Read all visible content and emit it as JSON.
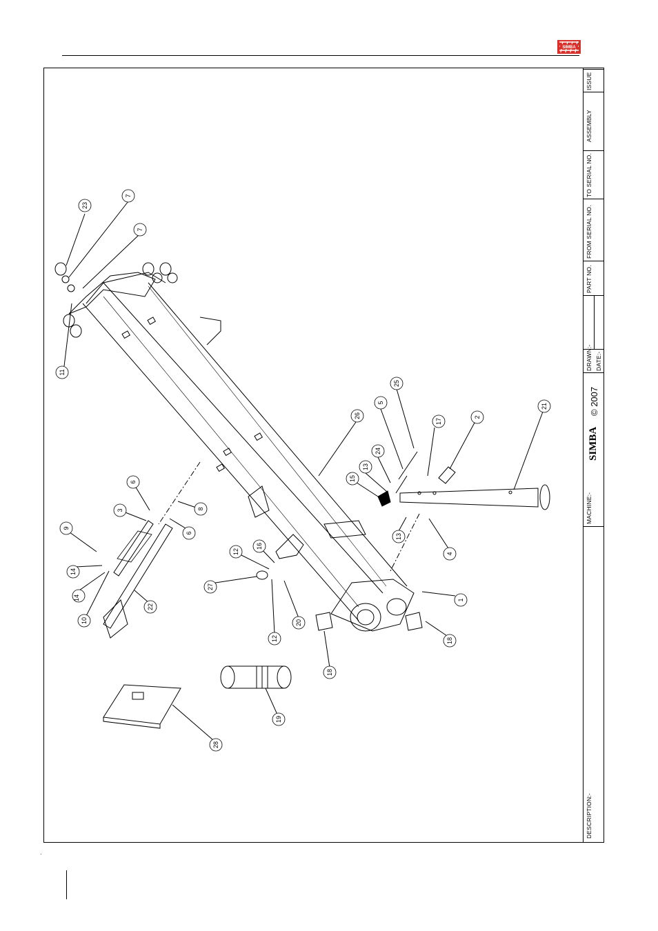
{
  "header": {
    "logo_text": "SIMBA"
  },
  "title_block": {
    "description_label": "DESCRIPTION:-",
    "machine_label": "MACHINE:-",
    "brand_text": "SIMBA",
    "copyright_text": "© 2007",
    "drawn_label": "DRAWN:-",
    "date_label": "DATE:-",
    "part_no_label": "PART NO.",
    "from_serial_label": "FROM SERIAL NO.",
    "to_serial_label": "TO SERIAL NO.",
    "assembly_label": "ASSEMBLY",
    "issue_label": "ISSUE"
  },
  "callouts": [
    "1",
    "2",
    "3",
    "4",
    "5",
    "6",
    "6",
    "7",
    "7",
    "8",
    "9",
    "10",
    "11",
    "12",
    "12",
    "13",
    "13",
    "14",
    "14",
    "15",
    "16",
    "17",
    "18",
    "18",
    "19",
    "20",
    "21",
    "22",
    "23",
    "24",
    "25",
    "26",
    "27",
    "28"
  ],
  "colors": {
    "logo_red": "#d8302a",
    "ink": "#000000"
  }
}
